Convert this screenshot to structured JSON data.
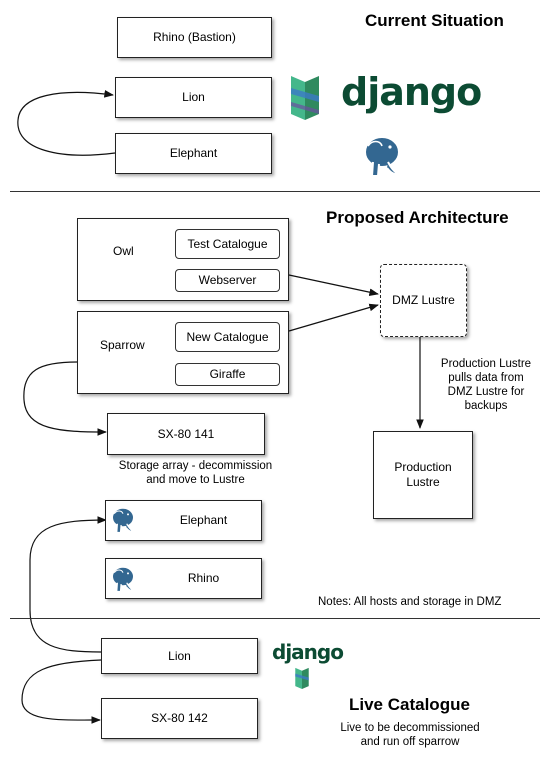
{
  "headings": {
    "current": "Current Situation",
    "proposed": "Proposed Architecture",
    "live": "Live Catalogue"
  },
  "current_boxes": {
    "rhino_bastion": "Rhino (Bastion)",
    "lion": "Lion",
    "elephant": "Elephant"
  },
  "proposed": {
    "owl": {
      "label": "Owl",
      "children": [
        "Test Catalogue",
        "Webserver"
      ]
    },
    "sparrow": {
      "label": "Sparrow",
      "children": [
        "New Catalogue",
        "Giraffe"
      ]
    },
    "sx80_141": "SX-80 141",
    "sx80_141_note": "Storage array - decommission\nand move to Lustre",
    "elephant": "Elephant",
    "rhino": "Rhino",
    "dmz_lustre": "DMZ Lustre",
    "production_lustre": "Production\nLustre",
    "production_note": "Production Lustre\npulls data from\nDMZ Lustre for\nbackups",
    "hosts_note": "Notes: All hosts and storage in DMZ"
  },
  "live": {
    "lion": "Lion",
    "sx80_142": "SX-80 142",
    "note": "Live to  be decommissioned\nand run off sparrow"
  },
  "logos": {
    "django_text": "django",
    "django_color": "#0c4b33",
    "django_flag_color": "#44b78b",
    "postgres_color": "#336791"
  }
}
